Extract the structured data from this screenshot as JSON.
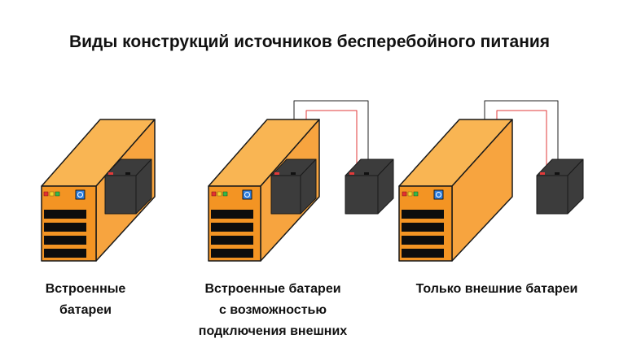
{
  "title": "Виды конструкций источников бесперебойного питания",
  "colors": {
    "ups_front": "#F39423",
    "ups_side": "#F7A43F",
    "ups_top": "#F9B553",
    "outline": "#1A1A1A",
    "battery": "#3C3C3C",
    "vent": "#0D0D0D",
    "wire_neg": "#222222",
    "wire_pos": "#E23A3A",
    "led_red": "#E53030",
    "led_yellow": "#F2D22E",
    "led_green": "#34B84A",
    "power_button": "#2E7FE0"
  },
  "variants": [
    {
      "caption": [
        "Встроенные",
        "батареи"
      ],
      "has_internal_battery": true,
      "has_external_battery": false
    },
    {
      "caption": [
        "Встроенные батареи",
        "с возможностью",
        "подключения внешних"
      ],
      "has_internal_battery": true,
      "has_external_battery": true
    },
    {
      "caption": [
        "Только внешние батареи"
      ],
      "has_internal_battery": false,
      "has_external_battery": true
    }
  ]
}
